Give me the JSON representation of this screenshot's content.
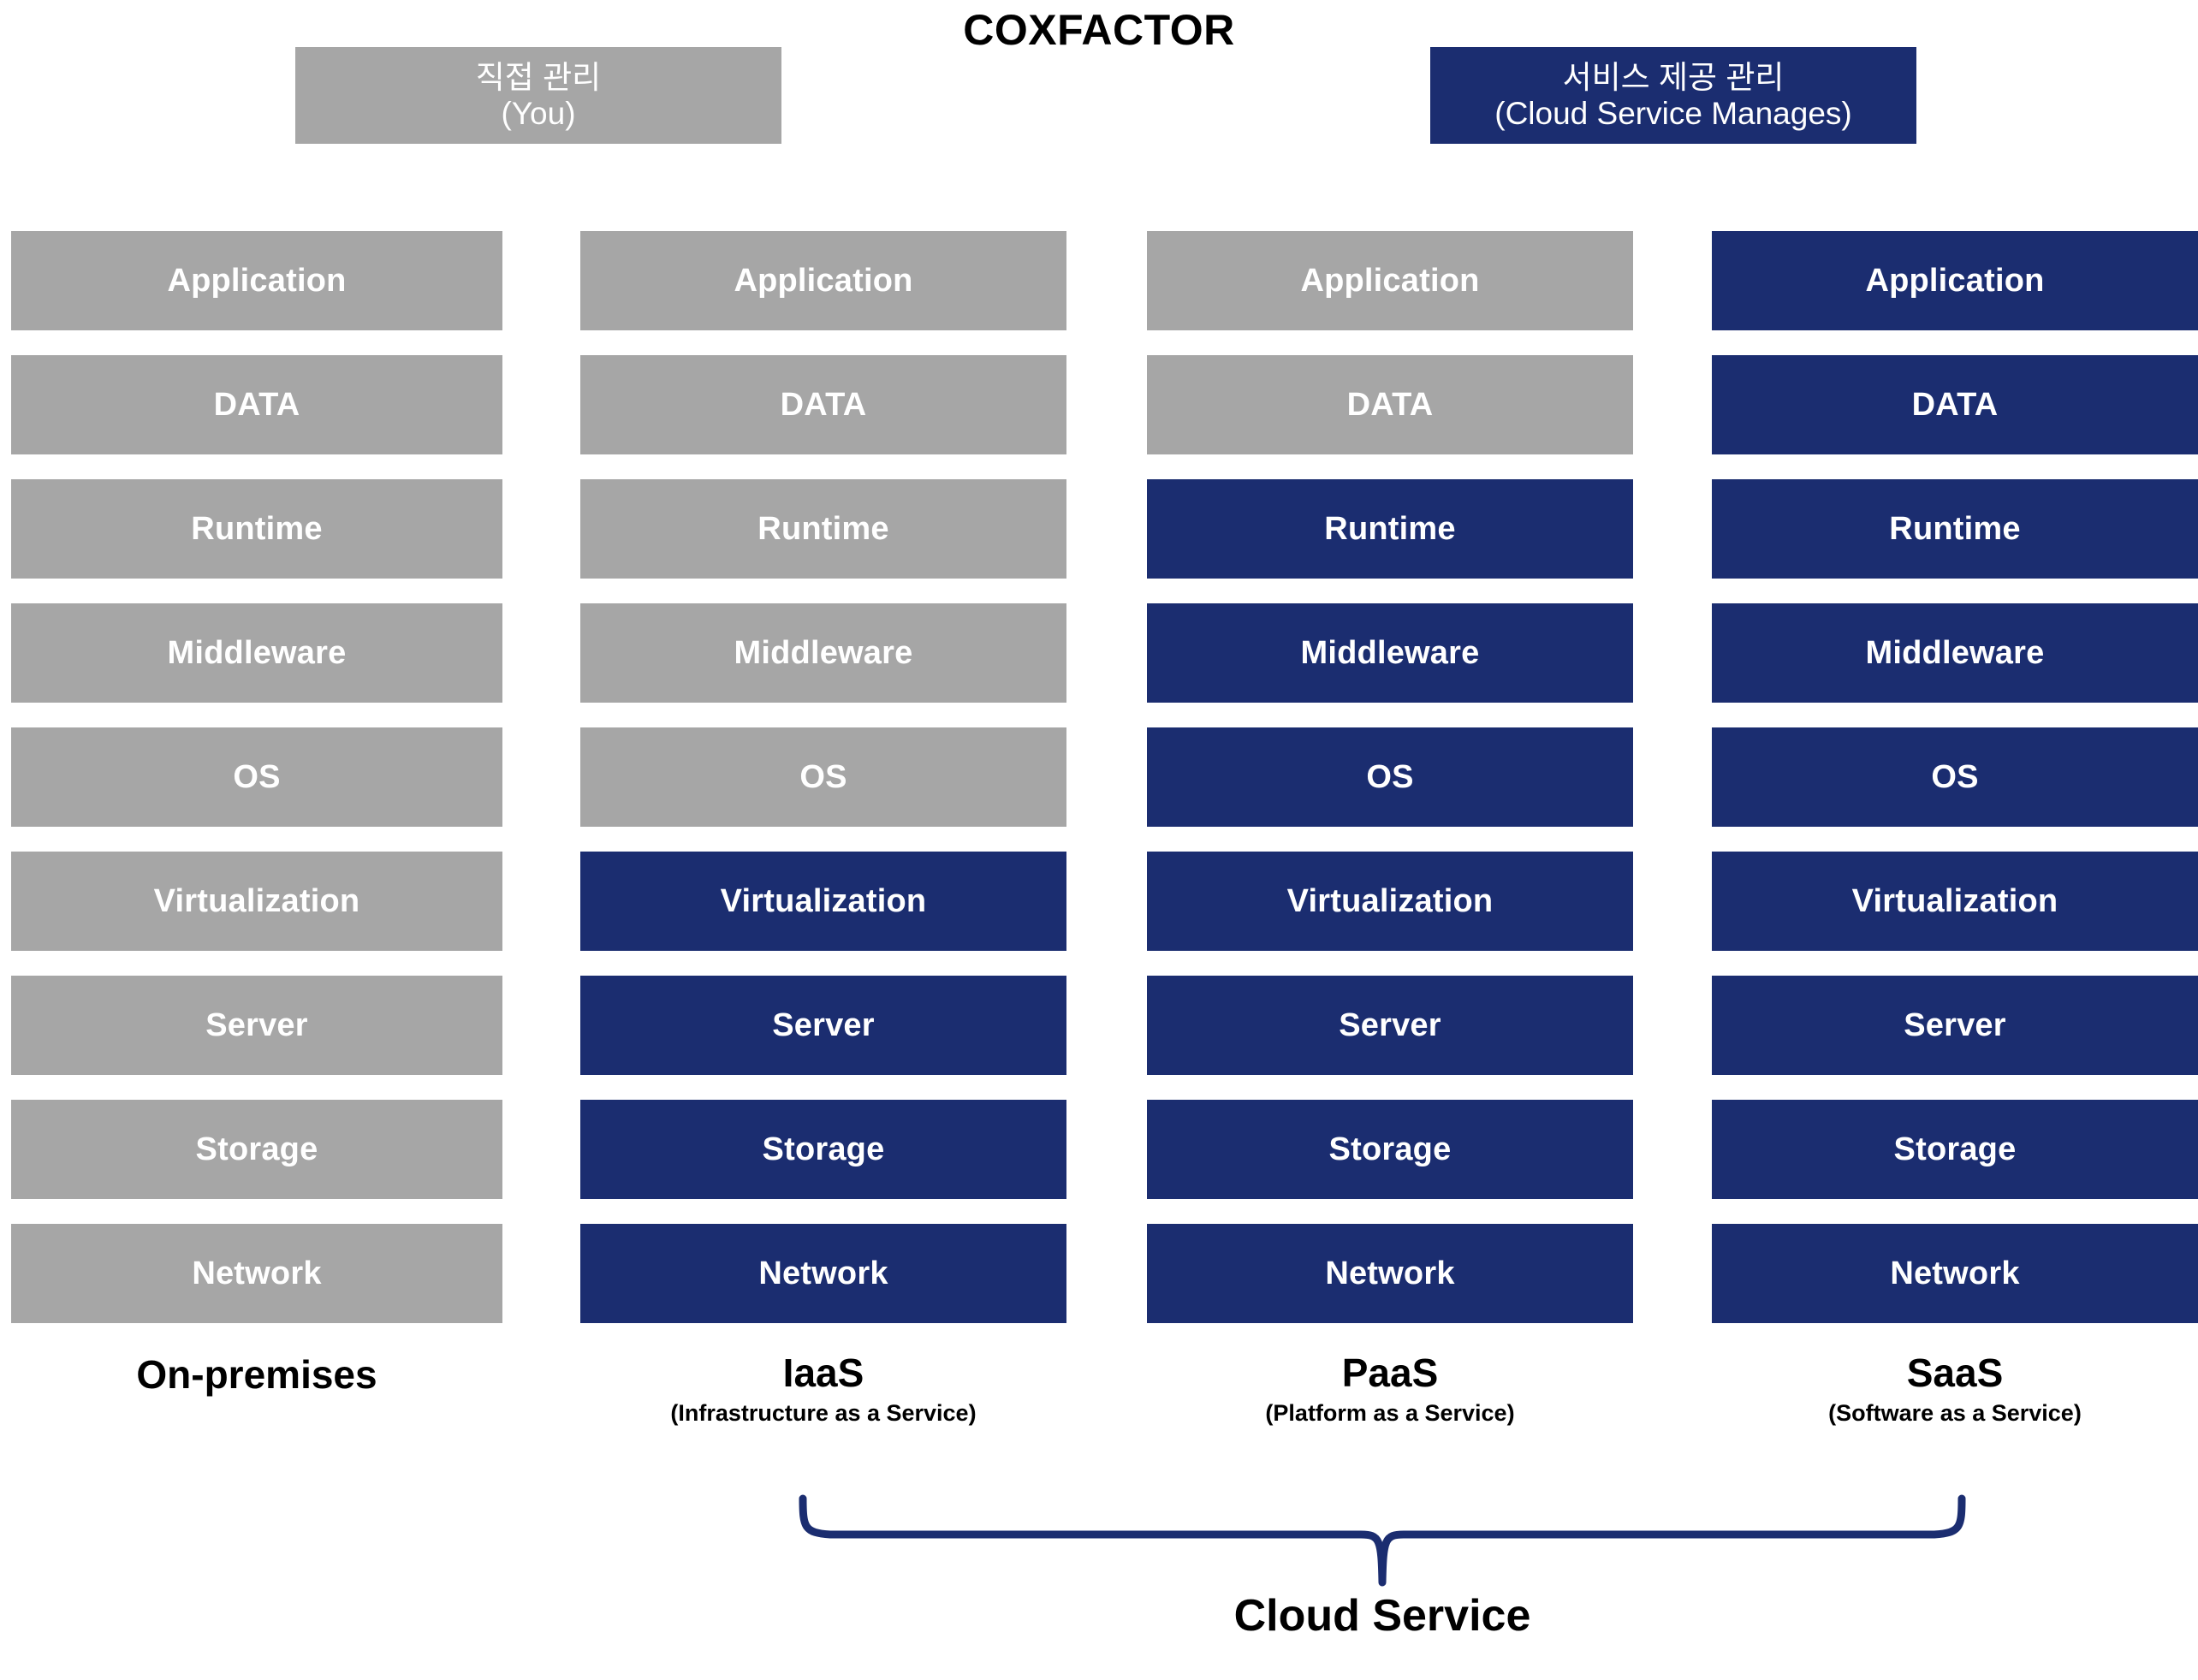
{
  "title": "COXFACTOR",
  "legend": {
    "self_managed": {
      "line1": "직접 관리",
      "line2": "(You)",
      "color": "#A6A6A6"
    },
    "vendor_managed": {
      "line1": "서비스 제공 관리",
      "line2": "(Cloud Service Manages)",
      "color": "#1B2D70"
    }
  },
  "layer_names": [
    "Application",
    "DATA",
    "Runtime",
    "Middleware",
    "OS",
    "Virtualization",
    "Server",
    "Storage",
    "Network"
  ],
  "columns": [
    {
      "id": "on-premises",
      "caption_main": "On-premises",
      "caption_sub": "",
      "layers": [
        {
          "label": "Application",
          "owner": "self"
        },
        {
          "label": "DATA",
          "owner": "self"
        },
        {
          "label": "Runtime",
          "owner": "self"
        },
        {
          "label": "Middleware",
          "owner": "self"
        },
        {
          "label": "OS",
          "owner": "self"
        },
        {
          "label": "Virtualization",
          "owner": "self"
        },
        {
          "label": "Server",
          "owner": "self"
        },
        {
          "label": "Storage",
          "owner": "self"
        },
        {
          "label": "Network",
          "owner": "self"
        }
      ]
    },
    {
      "id": "iaas",
      "caption_main": "IaaS",
      "caption_sub": "(Infrastructure as a Service)",
      "layers": [
        {
          "label": "Application",
          "owner": "self"
        },
        {
          "label": "DATA",
          "owner": "self"
        },
        {
          "label": "Runtime",
          "owner": "self"
        },
        {
          "label": "Middleware",
          "owner": "self"
        },
        {
          "label": "OS",
          "owner": "self"
        },
        {
          "label": "Virtualization",
          "owner": "vendor"
        },
        {
          "label": "Server",
          "owner": "vendor"
        },
        {
          "label": "Storage",
          "owner": "vendor"
        },
        {
          "label": "Network",
          "owner": "vendor"
        }
      ]
    },
    {
      "id": "paas",
      "caption_main": "PaaS",
      "caption_sub": "(Platform as a Service)",
      "layers": [
        {
          "label": "Application",
          "owner": "self"
        },
        {
          "label": "DATA",
          "owner": "self"
        },
        {
          "label": "Runtime",
          "owner": "vendor"
        },
        {
          "label": "Middleware",
          "owner": "vendor"
        },
        {
          "label": "OS",
          "owner": "vendor"
        },
        {
          "label": "Virtualization",
          "owner": "vendor"
        },
        {
          "label": "Server",
          "owner": "vendor"
        },
        {
          "label": "Storage",
          "owner": "vendor"
        },
        {
          "label": "Network",
          "owner": "vendor"
        }
      ]
    },
    {
      "id": "saas",
      "caption_main": "SaaS",
      "caption_sub": "(Software as a Service)",
      "layers": [
        {
          "label": "Application",
          "owner": "vendor"
        },
        {
          "label": "DATA",
          "owner": "vendor"
        },
        {
          "label": "Runtime",
          "owner": "vendor"
        },
        {
          "label": "Middleware",
          "owner": "vendor"
        },
        {
          "label": "OS",
          "owner": "vendor"
        },
        {
          "label": "Virtualization",
          "owner": "vendor"
        },
        {
          "label": "Server",
          "owner": "vendor"
        },
        {
          "label": "Storage",
          "owner": "vendor"
        },
        {
          "label": "Network",
          "owner": "vendor"
        }
      ]
    }
  ],
  "footer": {
    "brace_label": "Cloud Service",
    "brace_color": "#1B2D70",
    "brace_spans": [
      "iaas",
      "paas",
      "saas"
    ]
  }
}
